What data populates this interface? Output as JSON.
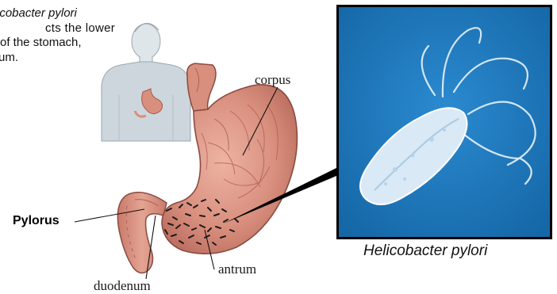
{
  "intro": {
    "line1": "icobacter pylori",
    "line2": "cts the lower",
    "line3": "of the stomach,",
    "line4": "um."
  },
  "labels": {
    "corpus": "corpus",
    "pylorus": "Pylorus",
    "antrum": "antrum",
    "duodenum": "duodenum"
  },
  "micrograph": {
    "caption": "Helicobacter pylori",
    "background_color": "#1e78b8"
  },
  "colors": {
    "stomach": "#d98f7e",
    "stomach_dark": "#b25f52",
    "bacteria": "#1c1c1c",
    "person": "#cdd6dd"
  }
}
